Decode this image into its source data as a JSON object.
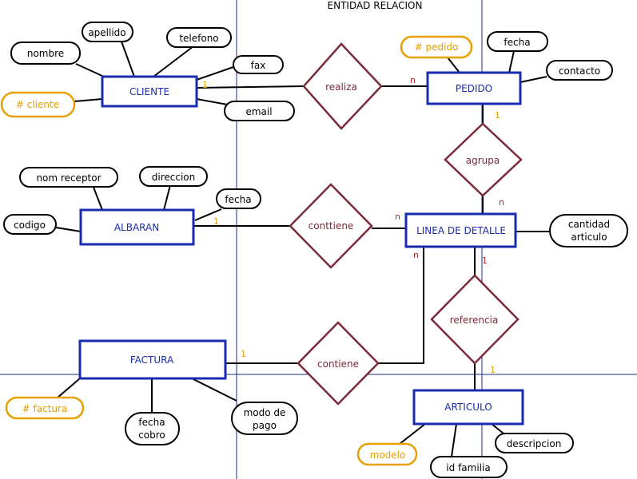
{
  "title": "ENTIDAD RELACION",
  "entities": {
    "cliente": "CLIENTE",
    "pedido": "PEDIDO",
    "albaran": "ALBARAN",
    "linea": "LINEA DE DETALLE",
    "factura": "FACTURA",
    "articulo": "ARTICULO"
  },
  "relationships": {
    "realiza": "realiza",
    "agrupa": "agrupa",
    "conttiene": "conttiene",
    "referencia": "referencia",
    "contiene": "contiene"
  },
  "attributes": {
    "apellido": "apellido",
    "telefono": "telefono",
    "nombre": "nombre",
    "fax": "fax",
    "cliente_key": "# cliente",
    "email": "email",
    "pedido_key": "# pedido",
    "fecha_pedido": "fecha",
    "contacto": "contacto",
    "nom_receptor": "nom receptor",
    "direccion": "direccion",
    "fecha_albaran": "fecha",
    "codigo": "codigo",
    "cantidad_line1": "cantidad",
    "cantidad_line2": "articulo",
    "factura_key": "# factura",
    "fecha_cobro_line1": "fecha",
    "fecha_cobro_line2": "cobro",
    "modo_pago_line1": "modo de",
    "modo_pago_line2": "pago",
    "descripcion": "descripcion",
    "modelo": "modelo",
    "id_familia": "id familia"
  },
  "cardinalities": {
    "cliente_realiza": "1",
    "realiza_pedido": "n",
    "pedido_agrupa": "1",
    "agrupa_linea": "n",
    "albaran_conttiene": "1",
    "conttiene_linea": "n",
    "linea_contiene": "n",
    "linea_referencia": "1",
    "referencia_articulo": "1",
    "factura_contiene": "1"
  },
  "colors": {
    "entity_border": "#1a2bb0",
    "relationship_border": "#7a2a3a",
    "key_attribute": "#e6a000",
    "grid_line": "#1a2b8c"
  }
}
